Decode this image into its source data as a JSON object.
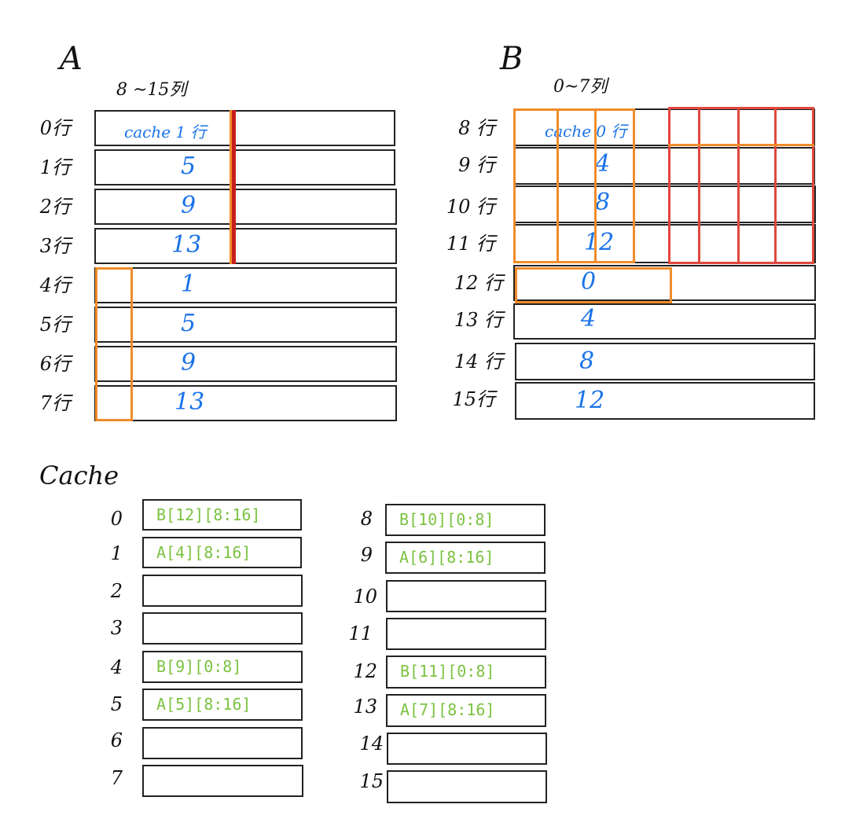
{
  "matrix_a": {
    "title": "A",
    "column_note": "8 ~15列",
    "row_labels": [
      "0行",
      "1行",
      "2行",
      "3行",
      "4行",
      "5行",
      "6行",
      "7行"
    ],
    "cells": [
      "cache 1 行",
      "5",
      "9",
      "13",
      "1",
      "5",
      "9",
      "13"
    ]
  },
  "matrix_b": {
    "title": "B",
    "column_note": "0~7列",
    "row_labels": [
      "8 行",
      "9 行",
      "10 行",
      "11 行",
      "12 行",
      "13 行",
      "14 行",
      "15行"
    ],
    "cells": [
      "cache 0 行",
      "4",
      "8",
      "12",
      "0",
      "4",
      "8",
      "12"
    ]
  },
  "cache": {
    "title": "Cache",
    "left_indices": [
      "0",
      "1",
      "2",
      "3",
      "4",
      "5",
      "6",
      "7"
    ],
    "left_entries": [
      "B[12][8:16]",
      "A[4][8:16]",
      "",
      "",
      "B[9][0:8]",
      "A[5][8:16]",
      "",
      ""
    ],
    "right_indices": [
      "8",
      "9",
      "10",
      "11",
      "12",
      "13",
      "14",
      "15"
    ],
    "right_entries": [
      "B[10][0:8]",
      "A[6][8:16]",
      "",
      "",
      "B[11][0:8]",
      "A[7][8:16]",
      "",
      ""
    ]
  },
  "colors": {
    "ink": "#111111",
    "blue_annotation": "#1a73e8",
    "green_annotation": "#7cc242",
    "orange_highlight": "#f08c2a",
    "red_highlight": "#e0473d"
  }
}
